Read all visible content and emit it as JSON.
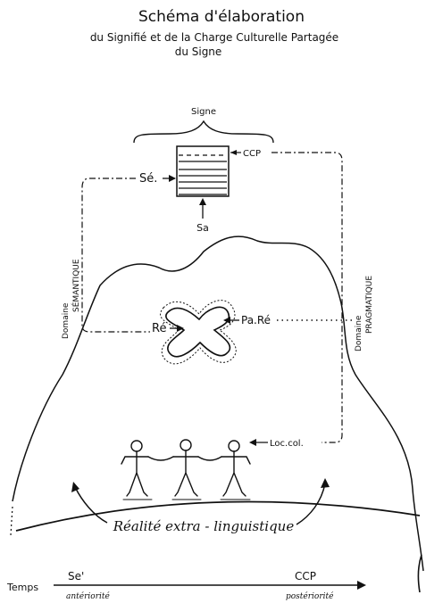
{
  "title": {
    "line1": "Schéma d'élaboration",
    "line2": "du Signifié et de la Charge Culturelle Partagée",
    "line3": "du Signe"
  },
  "labels": {
    "signe": "Signe",
    "ccp": "CCP",
    "se": "Sé.",
    "sa": "Sa",
    "re": "Ré",
    "pa_re": "Pa.Ré",
    "loc_col": "Loc.col.",
    "domaine_left_1": "Domaine",
    "domaine_left_2": "SÉMANTIQUE",
    "domaine_right_1": "Domaine",
    "domaine_right_2": "PRAGMATIQUE",
    "realite": "Réalité extra - linguistique"
  },
  "time_axis": {
    "label": "Temps",
    "left_label": "Se'",
    "left_sub": "antériorité",
    "right_label": "CCP",
    "right_sub": "postériorité"
  }
}
